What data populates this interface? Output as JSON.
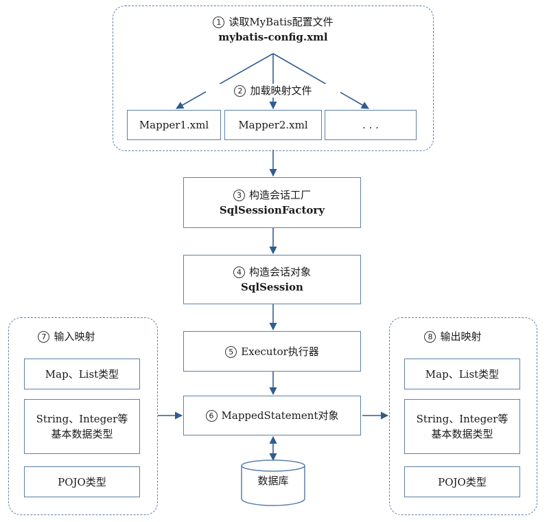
{
  "step1": {
    "num": "1",
    "title": "读取MyBatis配置文件",
    "file": "mybatis-config.xml"
  },
  "step2": {
    "num": "2",
    "title": "加载映射文件",
    "mappers": [
      "Mapper1.xml",
      "Mapper2.xml",
      ". . ."
    ]
  },
  "step3": {
    "num": "3",
    "title": "构造会话工厂",
    "name": "SqlSessionFactory"
  },
  "step4": {
    "num": "4",
    "title": "构造会话对象",
    "name": "SqlSession"
  },
  "step5": {
    "num": "5",
    "title": "Executor执行器"
  },
  "step6": {
    "num": "6",
    "title": "MappedStatement对象"
  },
  "database": {
    "label": "数据库"
  },
  "step7": {
    "num": "7",
    "title": "输入映射",
    "items": [
      "Map、List类型",
      "String、Integer等",
      "基本数据类型",
      "POJO类型"
    ]
  },
  "step8": {
    "num": "8",
    "title": "输出映射",
    "items": [
      "Map、List类型",
      "String、Integer等",
      "基本数据类型",
      "POJO类型"
    ]
  },
  "colors": {
    "border": "#5b7fa8",
    "arrow": "#2f5c8f"
  }
}
